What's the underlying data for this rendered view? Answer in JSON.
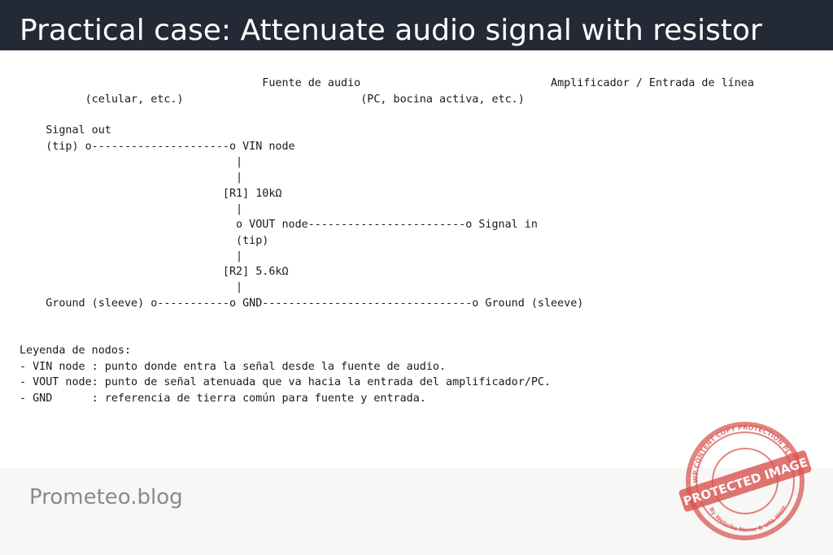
{
  "header": {
    "title": "Practical case: Attenuate audio signal with resistor"
  },
  "diagram": {
    "lines": [
      "                                     Fuente de audio                             Amplificador / Entrada de línea",
      "          (celular, etc.)                           (PC, bocina activa, etc.)",
      "",
      "    Signal out",
      "    (tip) o---------------------o VIN node",
      "                                 |",
      "                                 |",
      "                               [R1] 10kΩ",
      "                                 |",
      "                                 o VOUT node------------------------o Signal in",
      "                                 (tip)",
      "                                 |",
      "                               [R2] 5.6kΩ",
      "                                 |",
      "    Ground (sleeve) o-----------o GND--------------------------------o Ground (sleeve)",
      "",
      "",
      "",
      "Leyenda de nodos:",
      "- VIN node : punto donde entra la señal desde la fuente de audio.",
      "- VOUT node: punto de señal atenuada que va hacia la entrada del amplificador/PC.",
      "- GND      : referencia de tierra común para fuente y entrada."
    ]
  },
  "footer": {
    "brand": "Prometeo.blog"
  },
  "watermark": {
    "banner": "PROTECTED IMAGE",
    "ring_top": "WP CONTENT COPY PROTECTION PLUGIN",
    "ring_bottom": "By Website Name & URL Here",
    "color": "#d9534f"
  }
}
